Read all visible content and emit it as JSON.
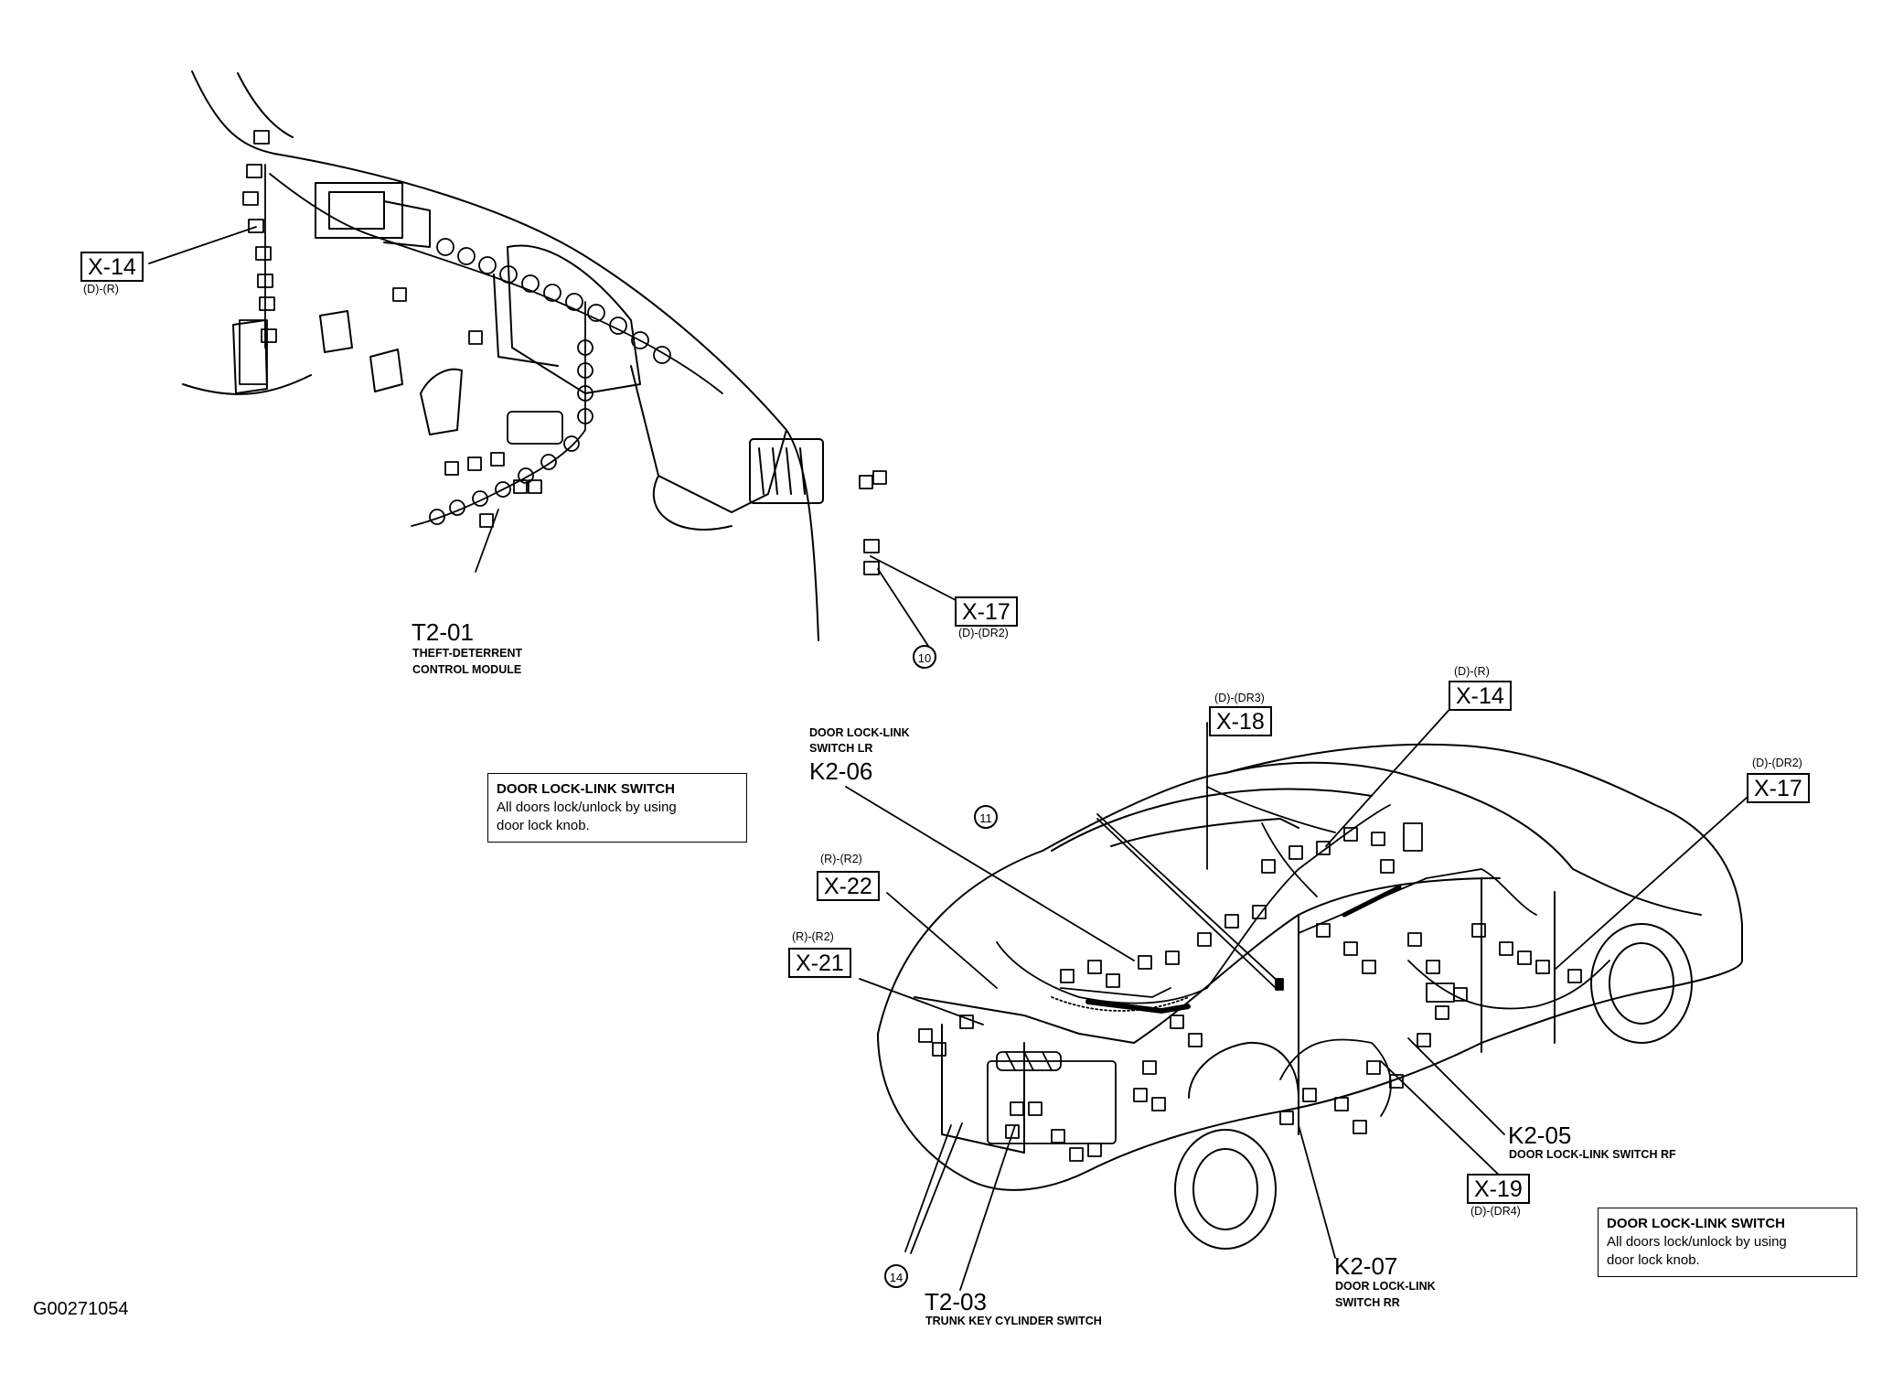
{
  "figure_id": "G00271054",
  "connectors": {
    "x14_top": {
      "code": "X-14",
      "sub": "(D)-(R)"
    },
    "x17_top": {
      "code": "X-17",
      "sub": "(D)-(DR2)"
    },
    "x18": {
      "code": "X-18",
      "sub": "(D)-(DR3)"
    },
    "x14_bot": {
      "code": "X-14",
      "sub": "(D)-(R)"
    },
    "x17_bot": {
      "code": "X-17",
      "sub": "(D)-(DR2)"
    },
    "x22": {
      "code": "X-22",
      "sub": "(R)-(R2)"
    },
    "x21": {
      "code": "X-21",
      "sub": "(R)-(R2)"
    },
    "x19": {
      "code": "X-19",
      "sub": "(D)-(DR4)"
    }
  },
  "components": {
    "t2_01": {
      "code": "T2-01",
      "line1": "THEFT-DETERRENT",
      "line2": "CONTROL MODULE"
    },
    "k2_06": {
      "code": "K2-06",
      "line1": "DOOR LOCK-LINK",
      "line2": "SWITCH LR"
    },
    "k2_05": {
      "code": "K2-05",
      "line1": "DOOR LOCK-LINK SWITCH RF"
    },
    "k2_07": {
      "code": "K2-07",
      "line1": "DOOR LOCK-LINK",
      "line2": "SWITCH RR"
    },
    "t2_03": {
      "code": "T2-03",
      "line1": "TRUNK KEY CYLINDER SWITCH"
    }
  },
  "callouts": {
    "c10": "10",
    "c11": "11",
    "c14": "14"
  },
  "notes": {
    "left": {
      "title": "DOOR LOCK-LINK SWITCH",
      "line1": "All doors lock/unlock by using",
      "line2": "door lock knob."
    },
    "right": {
      "title": "DOOR LOCK-LINK SWITCH",
      "line1": "All doors lock/unlock by using",
      "line2": "door lock knob."
    }
  }
}
